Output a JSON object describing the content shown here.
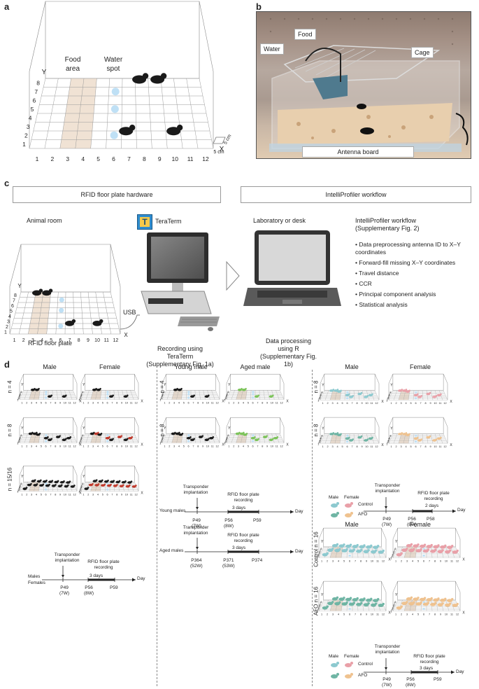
{
  "panels": {
    "a": {
      "letter": "a",
      "food_area": "Food area",
      "water_spot": "Water spot",
      "x_axis": "X",
      "y_axis": "Y",
      "x_ticks": [
        "1",
        "2",
        "3",
        "4",
        "5",
        "6",
        "7",
        "8",
        "9",
        "10",
        "11",
        "12"
      ],
      "y_ticks": [
        "1",
        "2",
        "3",
        "4",
        "5",
        "6",
        "7",
        "8"
      ],
      "scale_x": "5 cm",
      "scale_y": "5 cm"
    },
    "b": {
      "letter": "b",
      "water": "Water",
      "food": "Food",
      "cage": "Cage",
      "antenna": "Antenna board"
    },
    "c": {
      "letter": "c",
      "left_header": "RFID floor plate hardware",
      "right_header": "IntelliProfiler workflow",
      "animal_room": "Animal room",
      "teraterm": "TeraTerm",
      "usb": "USB",
      "floor_plate": "RFID floor plate",
      "recording_1": "Recording using",
      "recording_2": "TeraTerm",
      "recording_3": "(Supplementary Fig. 1a)",
      "lab": "Laboratory or desk",
      "processing_1": "Data processing",
      "processing_2": "using R",
      "processing_3": "(Supplementary Fig. 1b)",
      "workflow_title_1": "IntelliProfiler workflow",
      "workflow_title_2": "(Supplementary Fig. 2)",
      "workflow_items": [
        "Data preprocessing antenna ID to X–Y coordinates",
        "Forward-fill missing X–Y coordinates",
        "Travel distance",
        "CCR",
        "Principal component analysis",
        "Statistical analysis"
      ],
      "y_ticks": [
        "1",
        "2",
        "3",
        "4",
        "5",
        "6",
        "7",
        "8"
      ],
      "x_ticks": [
        "1",
        "2",
        "3",
        "4",
        "5",
        "6",
        "7",
        "8",
        "9",
        "10",
        "11",
        "12"
      ],
      "x_axis": "X",
      "y_axis": "Y"
    },
    "d": {
      "letter": "d",
      "col1": {
        "male": "Male",
        "female": "Female",
        "rows": [
          "n = 4",
          "n = 8",
          "n = 15/16"
        ]
      },
      "col2": {
        "young": "Young male",
        "aged": "Aged male",
        "rows": [
          "n = 4",
          "n = 8"
        ]
      },
      "col3": {
        "male": "Male",
        "female": "Female",
        "rows": [
          "n = 8",
          "n = 8"
        ]
      },
      "col3b": {
        "male": "Male",
        "female": "Female",
        "rows": [
          "Control n = 16",
          "AFO n = 16"
        ]
      },
      "legend": {
        "male": "Male",
        "female": "Female",
        "control": "Control",
        "afo": "AFO"
      },
      "timeline_implant": "Transponder implantation",
      "timeline_rfid_1": "RFID floor plate",
      "timeline_rfid_2": "recording",
      "timeline_day": "Day",
      "three_days": "3 days",
      "two_days": "2 days",
      "t1": {
        "label1": "Males",
        "label2": "Females",
        "p1": "P49",
        "p1w": "(7W)",
        "p2": "P56",
        "p2w": "(8W)",
        "p3": "P59"
      },
      "t2": {
        "label": "Young males",
        "p1": "P49",
        "p1w": "(7W)",
        "p2": "P56",
        "p2w": "(8W)",
        "p3": "P59"
      },
      "t3": {
        "label": "Aged males",
        "p1": "P364",
        "p1w": "(52W)",
        "p2": "P371",
        "p2w": "(53W)",
        "p3": "P374"
      },
      "t4": {
        "p1": "P49",
        "p1w": "(7W)",
        "p2": "P56",
        "p2w": "(8W)",
        "p3": "P58"
      },
      "t5": {
        "p1": "P49",
        "p1w": "(7W)",
        "p2": "P56",
        "p2w": "(8W)",
        "p3": "P59"
      }
    }
  },
  "colors": {
    "food_area": "#f0e2d4",
    "water": "#bfe0f5",
    "mouse_black": "#1a1a1a",
    "female_red": "#c0392b",
    "aged_green": "#7cc35a",
    "control_male": "#8cc9cf",
    "control_female": "#e9a0a8",
    "afo_male": "#6fb5a4",
    "afo_female": "#efc28f"
  }
}
